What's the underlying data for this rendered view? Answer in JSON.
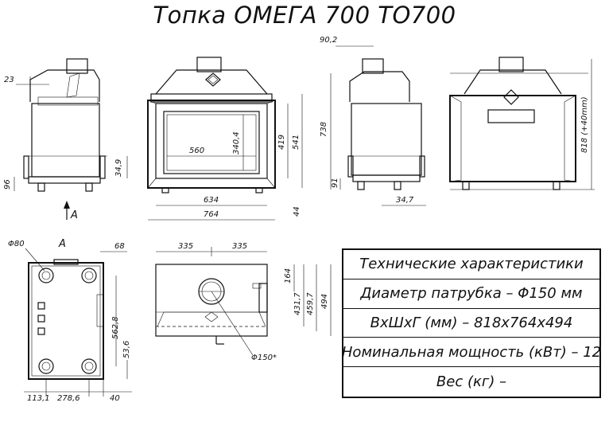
{
  "title": "Топка ОМЕГА 700 ТО700",
  "dimensions": {
    "d_23": "23",
    "d_96": "96",
    "d_34_9": "34,9",
    "view_a": "A",
    "d_560": "560",
    "d_340_4": "340,4",
    "d_419": "419",
    "d_541": "541",
    "d_634": "634",
    "d_764": "764",
    "d_44": "44",
    "d_90_2": "90,2",
    "d_738": "738",
    "d_91": "91",
    "d_34_7": "34,7",
    "d_818": "818 (+40mm)",
    "section_a": "A",
    "d_phi80": "Φ80",
    "d_68": "68",
    "d_562_8": "562,8",
    "d_53_6": "53,6",
    "d_113_1": "113,1",
    "d_278_6": "278,6",
    "d_40": "40",
    "d_335_left": "335",
    "d_335_right": "335",
    "d_164": "164",
    "d_431_7": "431,7",
    "d_459_7": "459,7",
    "d_494": "494",
    "d_phi150": "Φ150*"
  },
  "specs": {
    "header": "Технические характеристики",
    "diameter": "Диаметр патрубка – Φ150 мм",
    "size": "ВхШхГ (мм) – 818х764х494",
    "power": "Номинальная мощность (кВт) – 12",
    "weight": "Вес (кг) –"
  }
}
